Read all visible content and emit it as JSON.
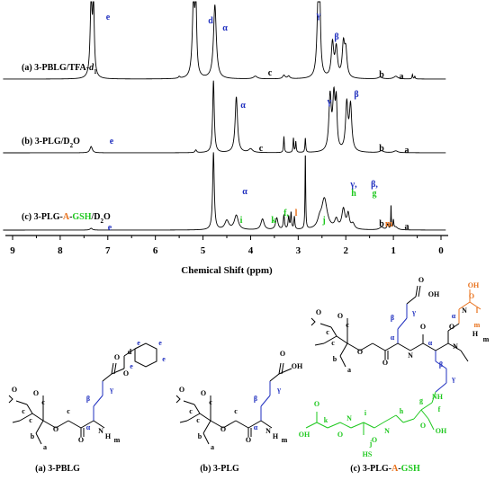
{
  "spectrum": {
    "xlabel": "Chemical Shift (ppm)",
    "xlim": [
      9,
      0
    ],
    "ticks": [
      "9",
      "8",
      "7",
      "6",
      "5",
      "4",
      "3",
      "2",
      "1",
      "0"
    ],
    "traces": [
      {
        "id": "a",
        "label_pre": "(a) 3-PBLG/TFA-",
        "label_italic": "d",
        "label_sub": "1",
        "peaks": [
          {
            "ppm": 7.35,
            "label": "e",
            "color": "#1f2fbf"
          },
          {
            "ppm": 5.2,
            "label": "d",
            "color": "#1f2fbf"
          },
          {
            "ppm": 4.75,
            "label": "α",
            "color": "#1f2fbf"
          },
          {
            "ppm": 3.9,
            "label": "c",
            "color": "#000000"
          },
          {
            "ppm": 2.55,
            "label": "γ",
            "color": "#1f2fbf"
          },
          {
            "ppm": 2.25,
            "label": "β",
            "color": "#1f2fbf"
          },
          {
            "ppm": 1.25,
            "label": "b",
            "color": "#000000"
          },
          {
            "ppm": 0.95,
            "label": "a",
            "color": "#000000"
          }
        ]
      },
      {
        "id": "b",
        "label_pre": "(b) 3-PLG/D",
        "label_sub": "2",
        "label_post": "O",
        "peaks": [
          {
            "ppm": 7.35,
            "label": "e",
            "color": "#1f2fbf"
          },
          {
            "ppm": 4.3,
            "label": "α",
            "color": "#1f2fbf"
          },
          {
            "ppm": 4.0,
            "label": "c",
            "color": "#000000"
          },
          {
            "ppm": 2.3,
            "label": "γ",
            "color": "#1f2fbf"
          },
          {
            "ppm": 1.95,
            "label": "β",
            "color": "#1f2fbf"
          },
          {
            "ppm": 1.25,
            "label": "b",
            "color": "#000000"
          },
          {
            "ppm": 0.95,
            "label": "a",
            "color": "#000000"
          }
        ]
      },
      {
        "id": "c",
        "label_parts": [
          {
            "text": "(c) 3-PLG-",
            "color": "#000000"
          },
          {
            "text": "A",
            "color": "#e8701a"
          },
          {
            "text": "-",
            "color": "#000000"
          },
          {
            "text": "GSH",
            "color": "#1ec81e"
          },
          {
            "text": "/D",
            "color": "#000000"
          }
        ],
        "label_sub": "2",
        "label_post": "O",
        "peaks": [
          {
            "ppm": 7.35,
            "label": "e",
            "color": "#1f2fbf"
          },
          {
            "ppm": 4.5,
            "label": "i",
            "color": "#1ec81e"
          },
          {
            "ppm": 4.3,
            "label": "α",
            "color": "#1f2fbf"
          },
          {
            "ppm": 3.75,
            "label": "k",
            "color": "#1ec81e"
          },
          {
            "ppm": 3.45,
            "label": "f,",
            "color": "#1ec81e"
          },
          {
            "ppm": 3.3,
            "label": "l",
            "color": "#e8701a"
          },
          {
            "ppm": 2.85,
            "label": "j",
            "color": "#1ec81e"
          },
          {
            "ppm": 2.45,
            "label": "γ,",
            "color": "#1f2fbf"
          },
          {
            "ppm": 2.45,
            "label": "h",
            "color": "#1ec81e"
          },
          {
            "ppm": 2.05,
            "label": "β,",
            "color": "#1f2fbf"
          },
          {
            "ppm": 2.05,
            "label": "g",
            "color": "#1ec81e"
          },
          {
            "ppm": 1.25,
            "label": "b",
            "color": "#000000"
          },
          {
            "ppm": 1.1,
            "label": "m",
            "color": "#e8701a"
          },
          {
            "ppm": 0.95,
            "label": "a",
            "color": "#000000"
          }
        ]
      }
    ]
  },
  "structures": {
    "captions": {
      "a": "(a) 3-PBLG",
      "b": "(b) 3-PLG",
      "c_parts": [
        {
          "text": "(c) 3-PLG-",
          "color": "#000000"
        },
        {
          "text": "A",
          "color": "#e8701a"
        },
        {
          "text": "-",
          "color": "#000000"
        },
        {
          "text": "GSH",
          "color": "#1ec81e"
        }
      ]
    },
    "atoms": {
      "O": "O",
      "OH": "OH",
      "N": "N",
      "H": "H",
      "HS": "HS",
      "NH": "NH",
      "m": "m"
    },
    "colors": {
      "black": "#000000",
      "blue": "#1f2fbf",
      "green": "#1ec81e",
      "orange": "#e8701a"
    }
  }
}
